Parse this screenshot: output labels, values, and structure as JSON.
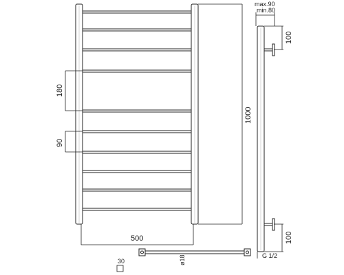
{
  "drawing": {
    "dim_height": "1000",
    "dim_spacing_large": "180",
    "dim_spacing_small": "90",
    "dim_width": "500",
    "dim_square": "30",
    "dim_pipe": "ø18",
    "dim_bracket_top": "100",
    "dim_bracket_bottom": "100",
    "dim_max": "max.90",
    "dim_min": "min.80",
    "dim_thread": "G 1/2"
  }
}
